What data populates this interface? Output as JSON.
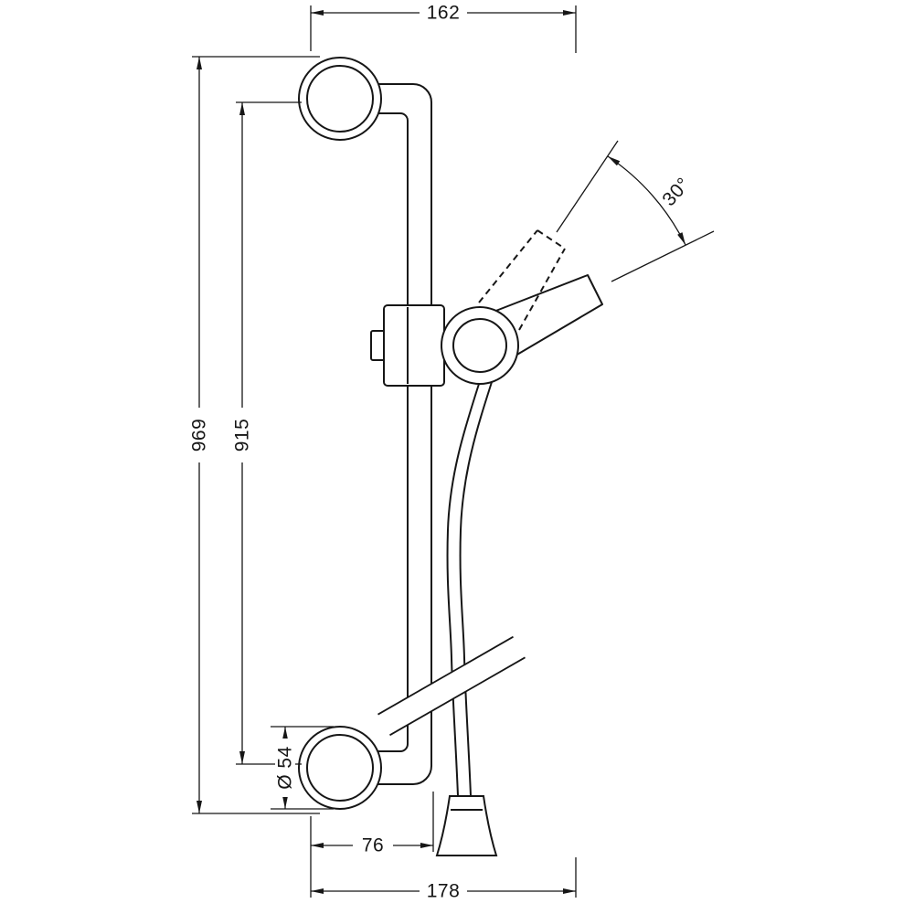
{
  "drawing": {
    "type": "technical-dimension-drawing",
    "colors": {
      "line": "#161616",
      "background": "#ffffff"
    },
    "dimensions": {
      "top_width": "162",
      "overall_height": "969",
      "rail_height": "915",
      "escutcheon_diameter": "Ø 54",
      "bottom_offset": "76",
      "bottom_width": "178",
      "holder_angle": "30°"
    }
  }
}
